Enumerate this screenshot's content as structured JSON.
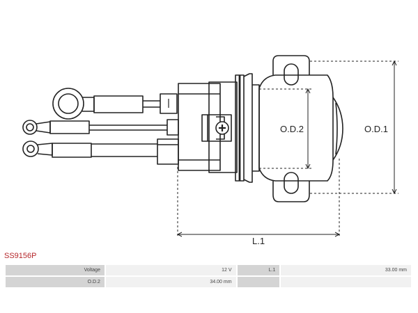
{
  "product": {
    "part_number": "SS9156P"
  },
  "diagram": {
    "dimension_labels": {
      "od2": "O.D.2",
      "od1": "O.D.1",
      "l1": "L.1"
    }
  },
  "specs": [
    [
      {
        "label": "Voltage",
        "value": "12 V"
      },
      {
        "label": "L.1",
        "value": "33.00 mm"
      }
    ],
    [
      {
        "label": "O.D.2",
        "value": "34.00 mm"
      },
      {
        "label": "",
        "value": ""
      }
    ]
  ]
}
